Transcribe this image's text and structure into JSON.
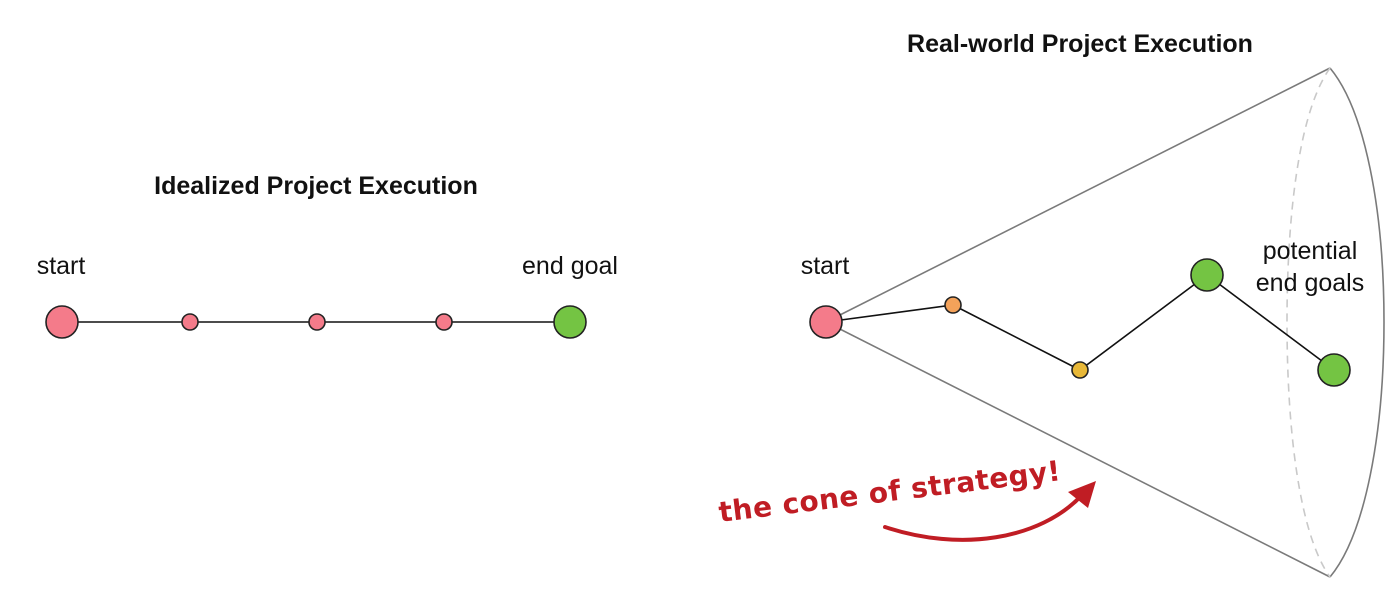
{
  "colors": {
    "start_node": "#f47b8a",
    "waypoint_pink": "#f47b8a",
    "waypoint_orange": "#f4a25a",
    "waypoint_yellow": "#e8b838",
    "goal_node": "#74c443",
    "annotation_red": "#c01d24",
    "cone_gray": "#7a7a7a"
  },
  "idealized": {
    "title": "Idealized Project Execution",
    "start_label": "start",
    "end_label": "end goal"
  },
  "realworld": {
    "title": "Real-world Project Execution",
    "start_label": "start",
    "goals_label_line1": "potential",
    "goals_label_line2": "end goals",
    "annotation": "the cone of strategy!"
  }
}
